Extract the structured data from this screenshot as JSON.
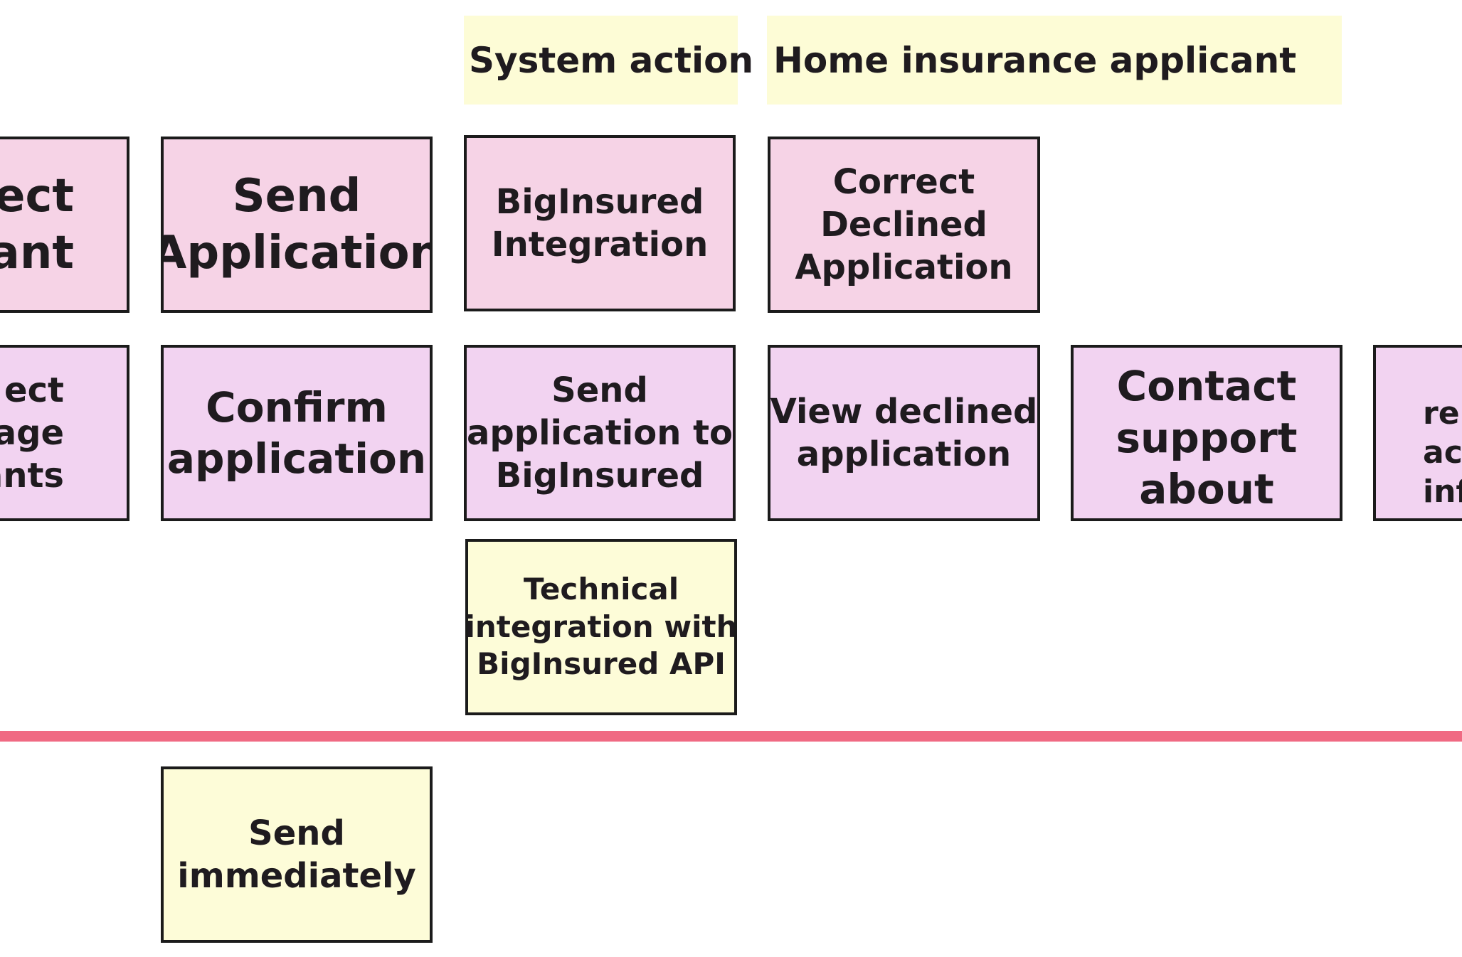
{
  "lanes": {
    "system_action": "System action",
    "home_insurance_applicant": "Home insurance applicant"
  },
  "row_top": {
    "select_applicant_partial": "ect\nant",
    "send_application": "Send\nApplication",
    "biginsured_integration": "BigInsured\nIntegration",
    "correct_declined_application": "Correct\nDeclined\nApplication"
  },
  "row_middle": {
    "select_package_partial": "ect\nkage\nants",
    "confirm_application": "Confirm\napplication",
    "send_application_to_biginsured": "Send\napplication to\nBigInsured",
    "view_declined_application": "View declined\napplication",
    "contact_support_about": "Contact\nsupport\nabout",
    "right_edge_partial": "\nre\nac\ninf"
  },
  "notes": {
    "technical_integration": "Technical\nintegration with\nBigInsured API",
    "send_immediately": "Send\nimmediately"
  },
  "colors": {
    "lane_header": "#fdfcd6",
    "pink_card": "#f6d3e6",
    "violet_card": "#f2d3f1",
    "yellow_note": "#fdfcd8",
    "divider": "#f06a83"
  }
}
